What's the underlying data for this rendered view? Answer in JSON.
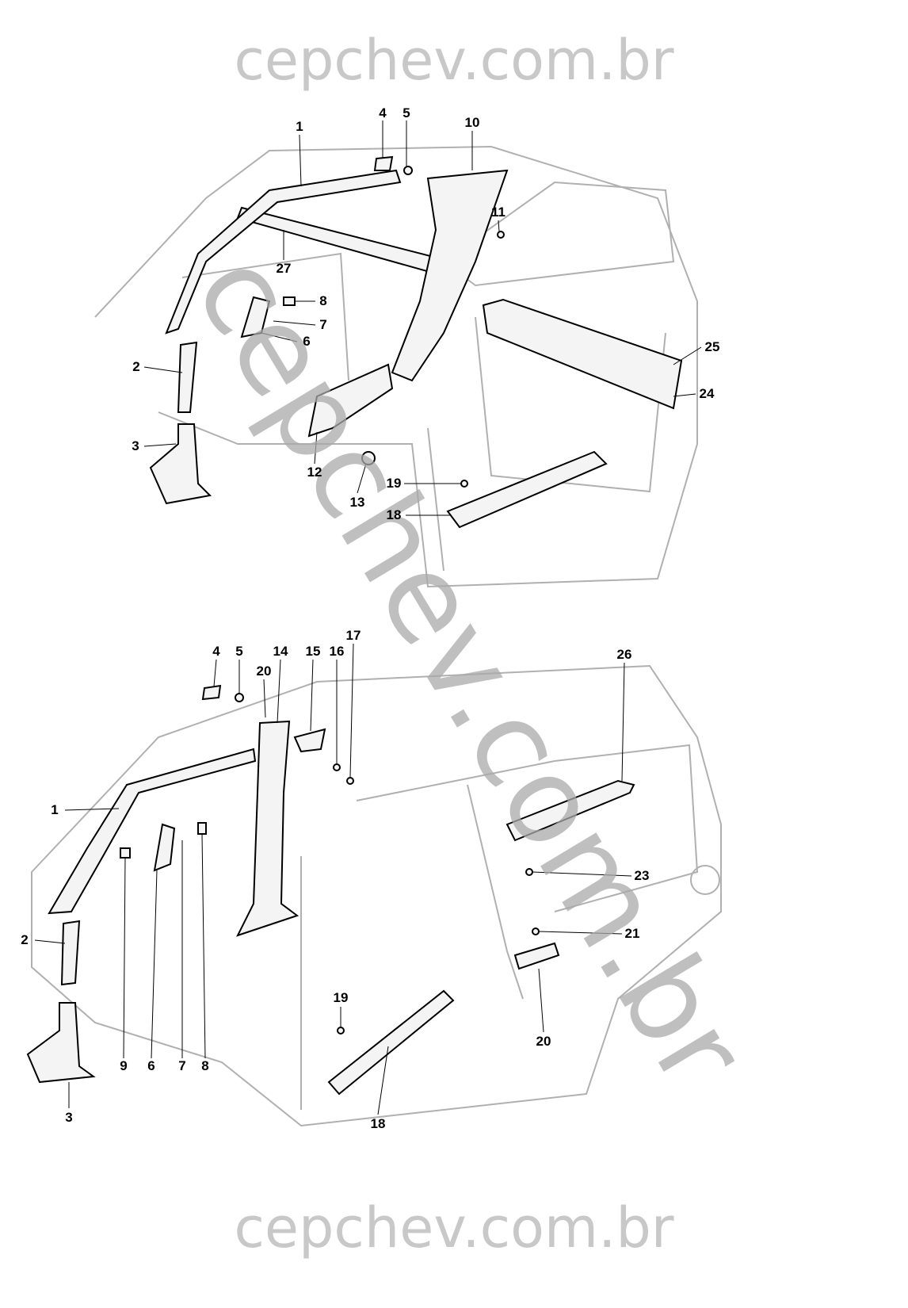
{
  "watermark": {
    "top": "cepchev.com.br",
    "bottom": "cepchev.com.br",
    "diagonal": "cepchev.com.br"
  },
  "top_diagram": {
    "callouts": [
      "1",
      "4",
      "5",
      "10",
      "11",
      "27",
      "8",
      "7",
      "6",
      "2",
      "25",
      "24",
      "3",
      "12",
      "13",
      "19",
      "18"
    ]
  },
  "bottom_diagram": {
    "callouts": [
      "4",
      "5",
      "14",
      "15",
      "16",
      "17",
      "20",
      "26",
      "1",
      "23",
      "21",
      "2",
      "19",
      "9",
      "6",
      "7",
      "8",
      "20",
      "3",
      "18"
    ]
  }
}
